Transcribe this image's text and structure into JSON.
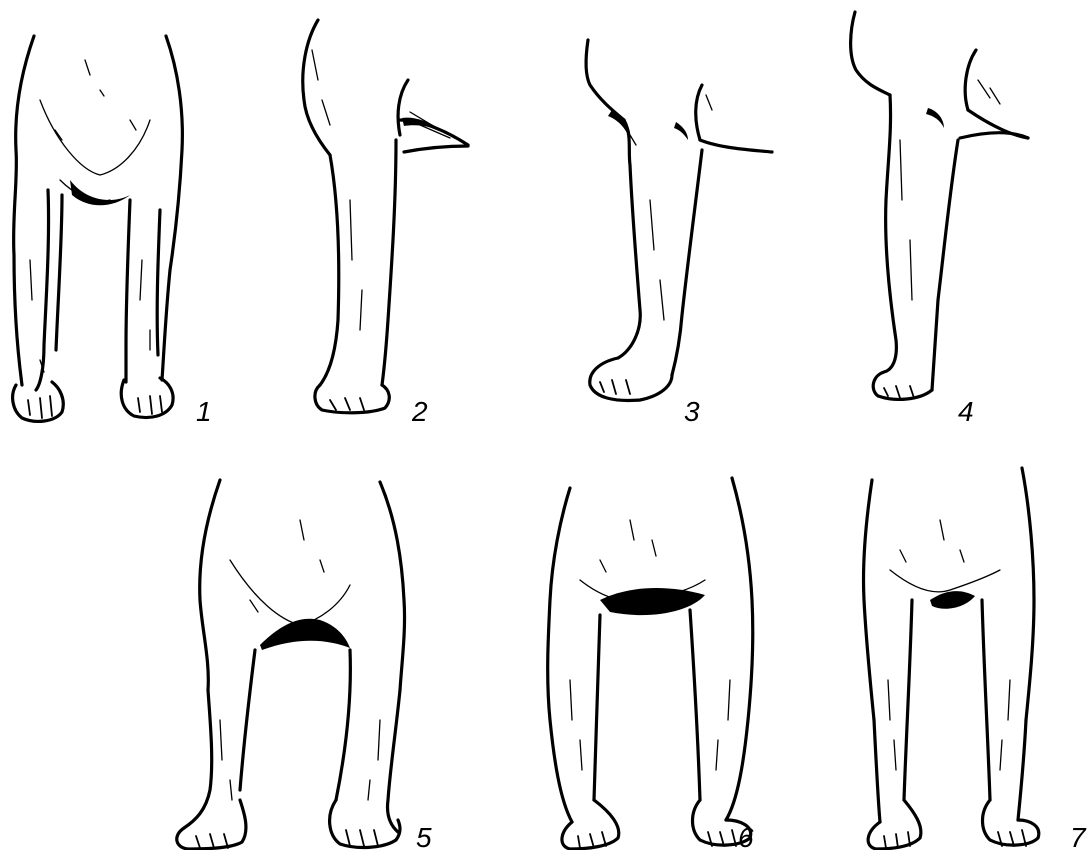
{
  "figure": {
    "panels": [
      {
        "id": "1",
        "label": "1",
        "view": "front"
      },
      {
        "id": "2",
        "label": "2",
        "view": "side"
      },
      {
        "id": "3",
        "label": "3",
        "view": "side"
      },
      {
        "id": "4",
        "label": "4",
        "view": "side"
      },
      {
        "id": "5",
        "label": "5",
        "view": "front"
      },
      {
        "id": "6",
        "label": "6",
        "view": "front"
      },
      {
        "id": "7",
        "label": "7",
        "view": "front"
      }
    ],
    "colors": {
      "ink": "#000000",
      "background": "#ffffff"
    }
  }
}
